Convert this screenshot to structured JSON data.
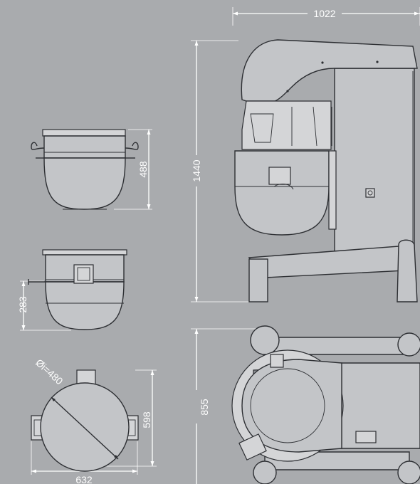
{
  "dimensions": {
    "overall_width": "1022",
    "overall_height": "1440",
    "bowl_height": "488",
    "bowl_depth": "283",
    "bowl_diameter": "Øi=480",
    "bowl_cradle_depth": "598",
    "bowl_cradle_width": "632",
    "base_depth": "855"
  },
  "colors": {
    "background": "#a9abae",
    "dimension_lines": "#ffffff",
    "outline": "#2d2f33"
  }
}
